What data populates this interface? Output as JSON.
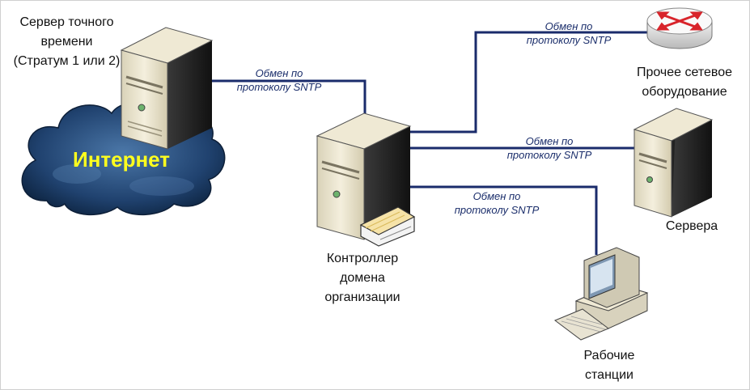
{
  "nodes": {
    "time_server": {
      "label_lines": [
        "Сервер точного",
        "времени",
        "(Стратум 1 или 2)"
      ]
    },
    "internet": {
      "label": "Интернет"
    },
    "domain_controller": {
      "label_lines": [
        "Контроллер",
        "домена",
        "организации"
      ]
    },
    "other_equipment": {
      "label_lines": [
        "Прочее сетевое",
        "оборудование"
      ]
    },
    "servers": {
      "label": "Сервера"
    },
    "workstations": {
      "label_lines": [
        "Рабочие",
        "станции"
      ]
    }
  },
  "edges": [
    {
      "id": "time-to-dc",
      "label_lines": [
        "Обмен по",
        "протоколу SNTP"
      ]
    },
    {
      "id": "dc-to-equipment",
      "label_lines": [
        "Обмен по",
        "протоколу SNTP"
      ]
    },
    {
      "id": "dc-to-servers",
      "label_lines": [
        "Обмен по",
        "протоколу SNTP"
      ]
    },
    {
      "id": "dc-to-workstations",
      "label_lines": [
        "Обмен по",
        "протоколу SNTP"
      ]
    }
  ],
  "colors": {
    "line": "#1a2b6b",
    "cloud": "#1f3f6b",
    "internet_text": "#ffff1e",
    "server_body": "#e9e3cf"
  }
}
